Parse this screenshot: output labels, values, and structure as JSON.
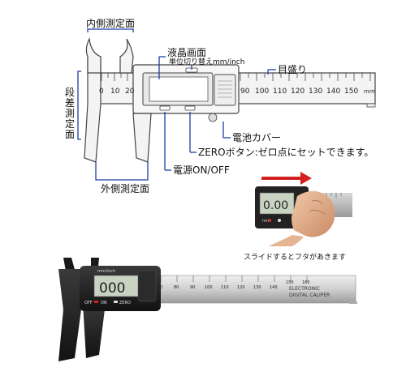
{
  "labels": {
    "inner_face": "内側測定面",
    "lcd_screen": "液晶画面",
    "unit_switch": "単位切り替えmm/inch",
    "graduation": "目盛り",
    "step_face": "段差測定面",
    "battery_cover": "電池カバー",
    "zero_button": "ZEROボタン:ゼロ点にセットできます。",
    "power": "電源ON/OFF",
    "outer_face": "外側測定面",
    "slide_caption": "スライドするとフタがあきます"
  },
  "scale": {
    "left_ticks": [
      "0",
      "10",
      "20"
    ],
    "right_ticks": [
      "90",
      "100",
      "110",
      "120",
      "130",
      "140",
      "150"
    ],
    "unit": "mm"
  },
  "photo": {
    "display": "000",
    "unit_label": "mm/inch",
    "off": "OFF",
    "on": "ON",
    "zero": "ZERO",
    "brand_line1": "ELECTRONIC",
    "brand_line2": "DIGITAL CALIPER",
    "scale_ticks": [
      "70",
      "80",
      "90",
      "100",
      "110",
      "120",
      "130",
      "140",
      "150",
      "160"
    ]
  },
  "inset": {
    "display": "0.00",
    "unit_label": "mm"
  },
  "colors": {
    "leader": "#1a3fa8",
    "arrow": "#d42020",
    "lcd": "#c9d3c2"
  }
}
